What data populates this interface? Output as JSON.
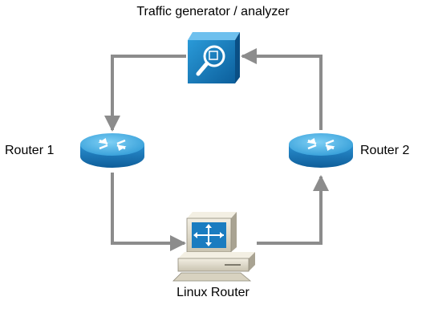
{
  "nodes": {
    "analyzer": {
      "label": "Traffic generator / analyzer",
      "icon": "analyzer-magnifier-icon"
    },
    "router1": {
      "label": "Router 1",
      "icon": "router-icon"
    },
    "router2": {
      "label": "Router 2",
      "icon": "router-icon"
    },
    "linux": {
      "label": "Linux Router",
      "icon": "workstation-router-icon"
    }
  },
  "edges": [
    {
      "from": "analyzer",
      "to": "router1"
    },
    {
      "from": "router1",
      "to": "linux"
    },
    {
      "from": "linux",
      "to": "router2"
    },
    {
      "from": "router2",
      "to": "analyzer"
    }
  ],
  "colors": {
    "link": "#8c8c8c",
    "router_top": "#5ab4e6",
    "router_side": "#1f86c4",
    "icon_dark": "#0a5a96",
    "beige": "#e6e1d2"
  }
}
